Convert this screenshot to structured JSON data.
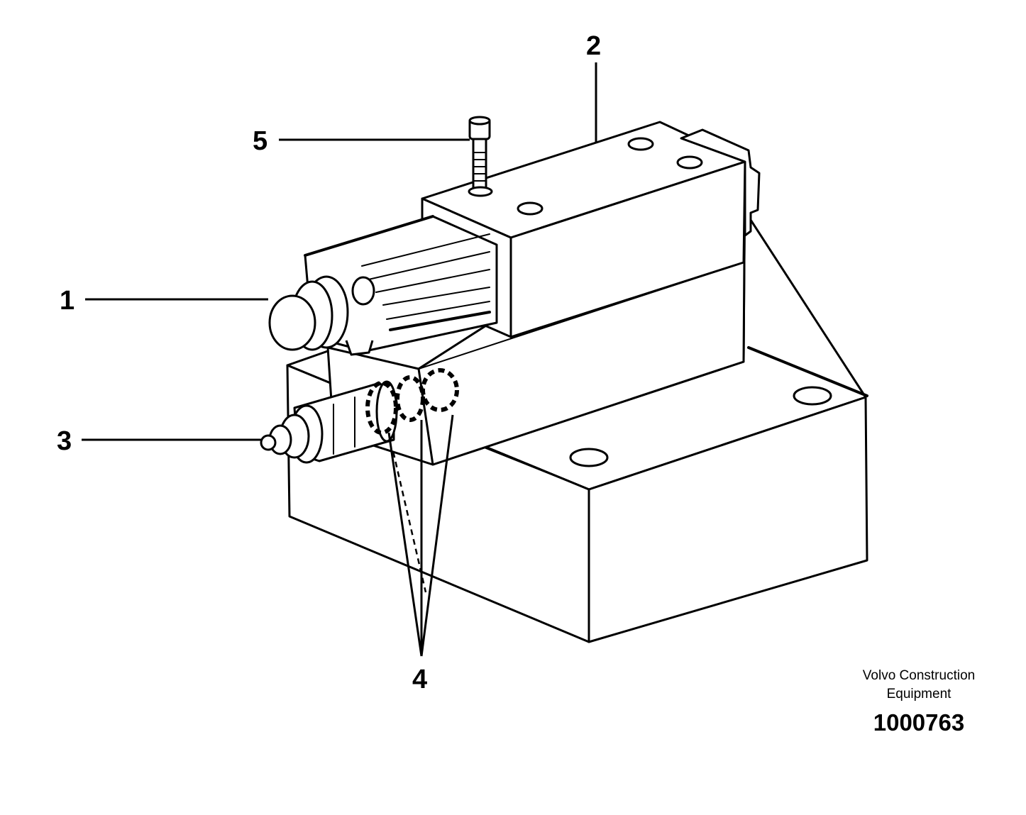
{
  "diagram": {
    "callouts": [
      {
        "id": "1",
        "label": "1"
      },
      {
        "id": "2",
        "label": "2"
      },
      {
        "id": "3",
        "label": "3"
      },
      {
        "id": "4",
        "label": "4"
      },
      {
        "id": "5",
        "label": "5"
      }
    ]
  },
  "credit": {
    "line1": "Volvo Construction",
    "line2": "Equipment",
    "number": "1000763"
  }
}
